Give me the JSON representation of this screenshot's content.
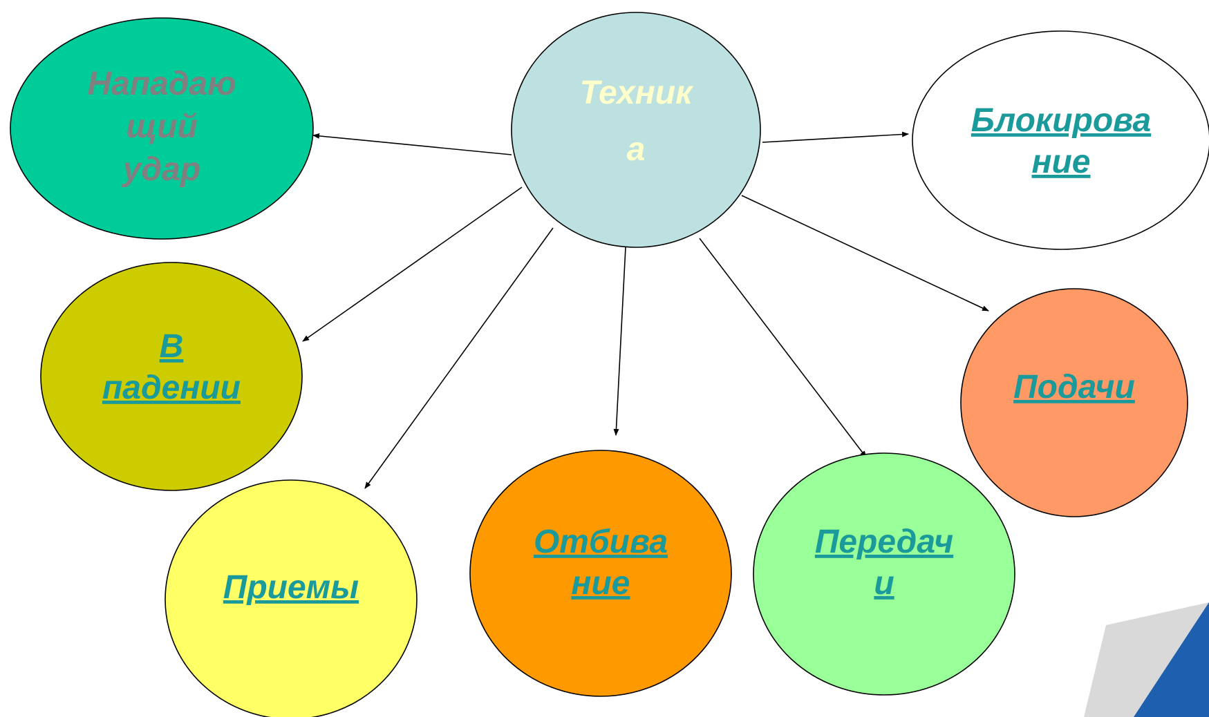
{
  "colors": {
    "link_text": "#1a9a9a",
    "center_text": "#ffffcc",
    "muted_text": "#808080",
    "edge": "#000000",
    "corner_blue": "#1f5fb0",
    "corner_grey": "#d9d9d9"
  },
  "center": {
    "lines": [
      "Техник",
      "а"
    ],
    "fill": "#bde0e0"
  },
  "nodes": [
    {
      "id": "napadayushchiy-udar",
      "lines": [
        "Нападаю",
        "щий",
        "удар"
      ],
      "fill": "#00cc99",
      "link": false
    },
    {
      "id": "blokirovanie",
      "lines": [
        "Блокирова",
        "ние"
      ],
      "fill": "#ffffff",
      "link": true
    },
    {
      "id": "v-padenii",
      "lines": [
        "В",
        "падении"
      ],
      "fill": "#cccc00",
      "link": true
    },
    {
      "id": "podachi",
      "lines": [
        "Подачи"
      ],
      "fill": "#ff9966",
      "link": true
    },
    {
      "id": "priemy",
      "lines": [
        "Приемы"
      ],
      "fill": "#ffff66",
      "link": true
    },
    {
      "id": "otbivanie",
      "lines": [
        "Отбива",
        "ние"
      ],
      "fill": "#ff9900",
      "link": true
    },
    {
      "id": "peredachi",
      "lines": [
        "Передач",
        "и"
      ],
      "fill": "#99ff99",
      "link": true
    }
  ]
}
